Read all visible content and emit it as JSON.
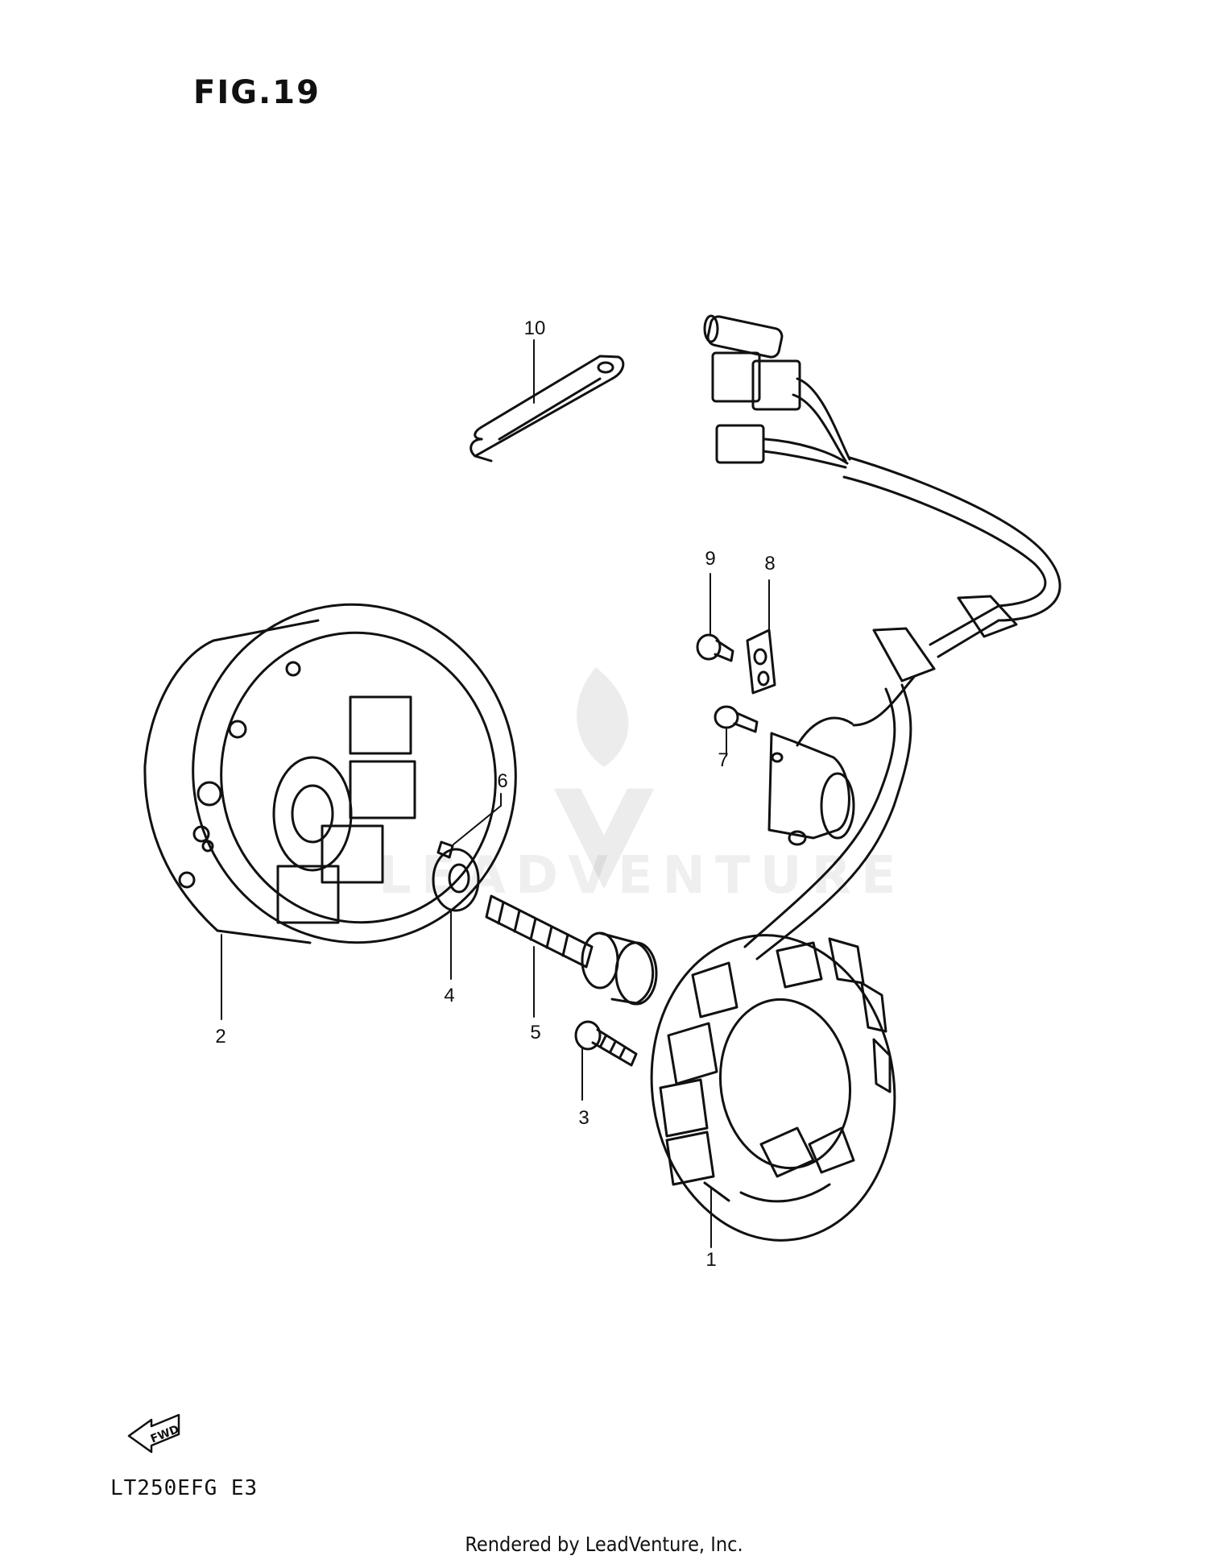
{
  "figure": {
    "title": "FIG.19"
  },
  "callouts": [
    {
      "id": "part-1",
      "label": "1"
    },
    {
      "id": "part-2",
      "label": "2"
    },
    {
      "id": "part-3",
      "label": "3"
    },
    {
      "id": "part-4",
      "label": "4"
    },
    {
      "id": "part-5",
      "label": "5"
    },
    {
      "id": "part-6",
      "label": "6"
    },
    {
      "id": "part-7",
      "label": "7"
    },
    {
      "id": "part-8",
      "label": "8"
    },
    {
      "id": "part-9",
      "label": "9"
    },
    {
      "id": "part-10",
      "label": "10"
    }
  ],
  "direction_marker": {
    "label": "FWD",
    "icon": "forward-arrow-icon"
  },
  "model_code": "LT250EFG E3",
  "watermark": "LEADVENTURE",
  "footer": "Rendered by LeadVenture, Inc.",
  "colors": {
    "line": "#111111",
    "background": "#ffffff"
  }
}
